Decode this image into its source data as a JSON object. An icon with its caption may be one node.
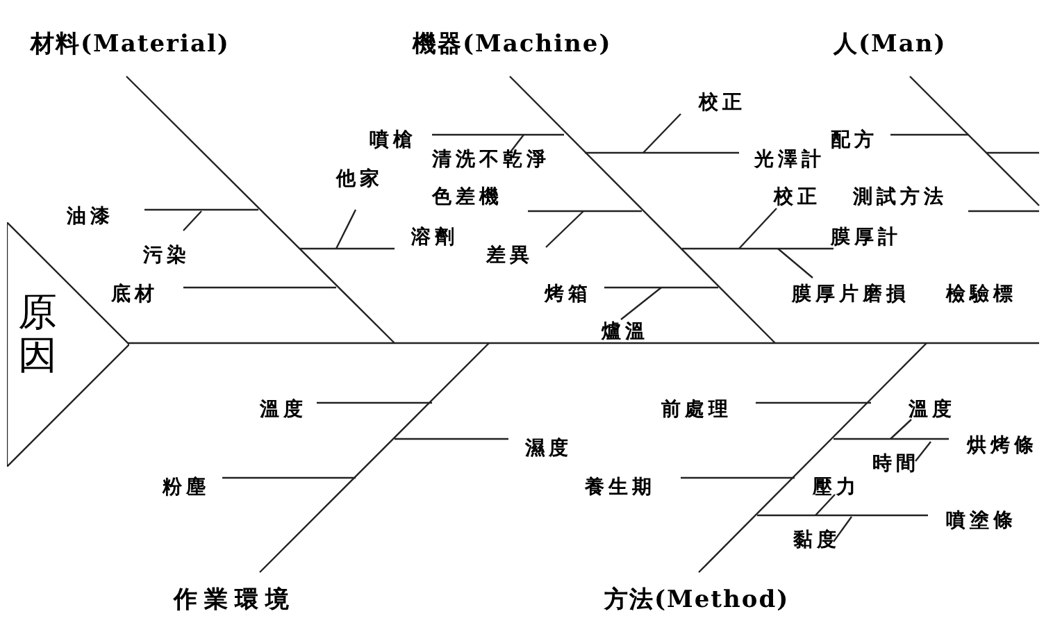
{
  "diagram": {
    "nodes": [
      {
        "text": [
          "原因"
        ]
      }
    ],
    "labels": [
      "材料(Material)",
      "機器(Machine)",
      "人(Man)",
      "校正",
      "噴槍",
      "配方",
      "清洗不乾淨",
      "光澤計",
      "他家",
      "油漆",
      "色差機",
      "校正",
      "測試方法",
      "溶劑",
      "膜厚計",
      "污染",
      "差異",
      "底材",
      "烤箱",
      "膜厚片磨損",
      "檢驗標",
      "爐溫",
      "溫度",
      "前處理",
      "溫度",
      "濕度",
      "烘烤條",
      "時間",
      "粉塵",
      "養生期",
      "壓力",
      "噴塗條",
      "黏度",
      "作業環境",
      "方法(Method)"
    ]
  }
}
